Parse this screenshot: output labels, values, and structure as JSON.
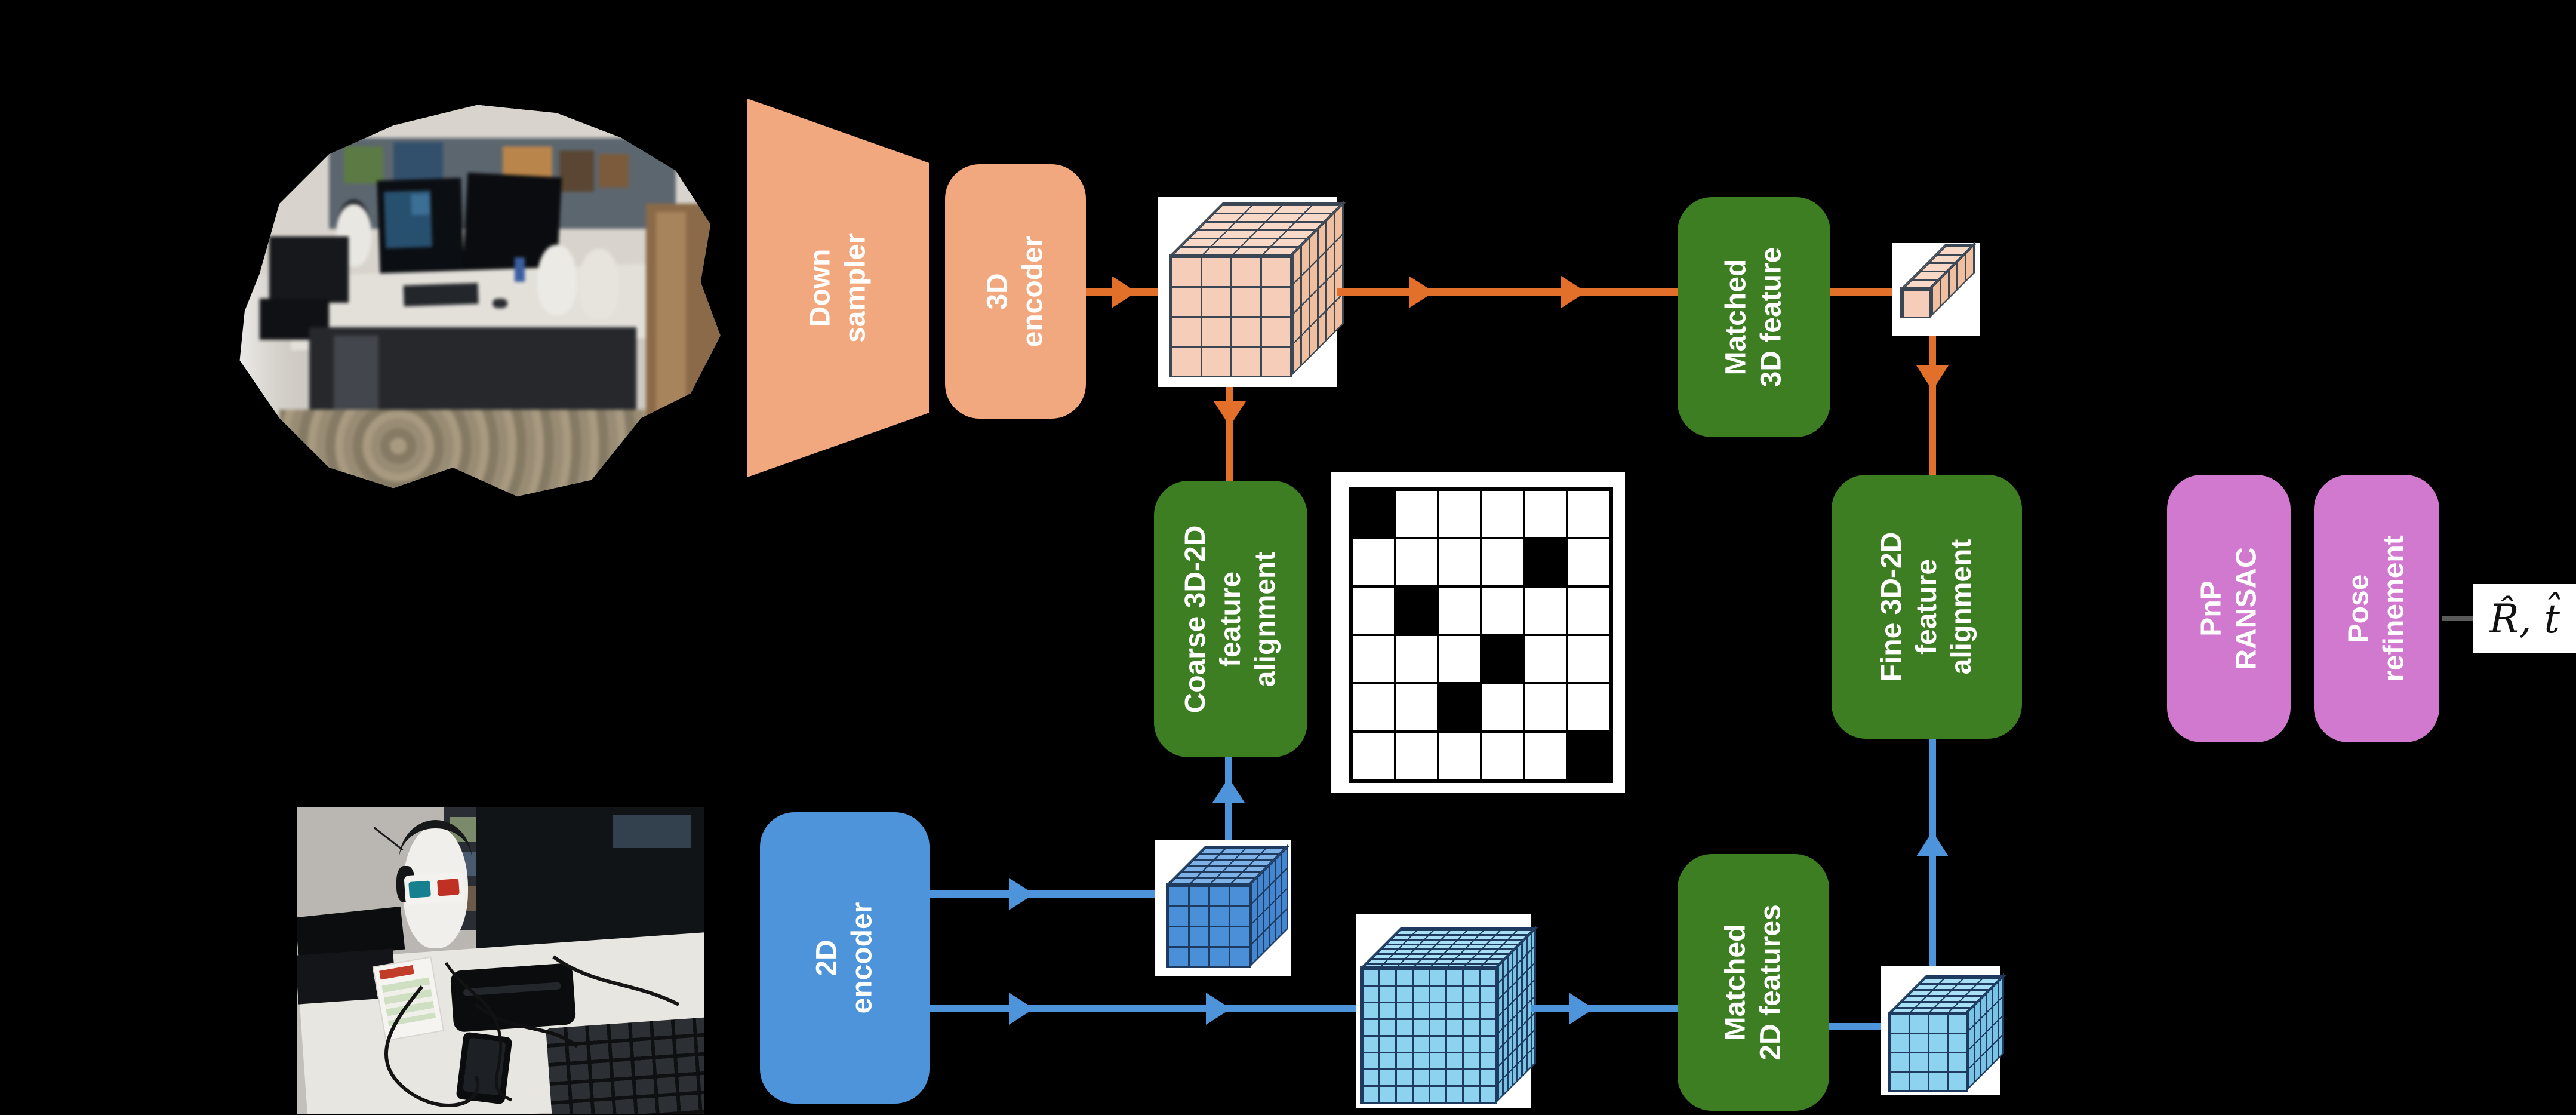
{
  "palette": {
    "salmon": "#F2A87F",
    "orange": "#E2702B",
    "green": "#3E7E23",
    "blue": "#4E94DA",
    "pink": "#D178CF",
    "o_front": "#F5CDB9",
    "o_top": "#F8D8C7",
    "o_side": "#EFBF9F",
    "o_line": "#3A4654",
    "b_front": "#4A90D8",
    "b_top": "#7EB2E6",
    "b_side": "#4486CF",
    "b_line": "#1E3A5F",
    "l_front": "#8DD2EF",
    "l_top": "#A9DFF5",
    "l_side": "#7AC3E4",
    "matrix_line": "#000000",
    "background": "#000000"
  },
  "labels": {
    "down_sampler": [
      "Down",
      "sampler"
    ],
    "encoder_3d": [
      "3D",
      "encoder"
    ],
    "matched_3d": [
      "Matched",
      "3D feature"
    ],
    "coarse_align": [
      "Coarse 3D-2D",
      "feature",
      "alignment"
    ],
    "fine_align": [
      "Fine 3D-2D",
      "feature",
      "alignment"
    ],
    "pnp": [
      "PnP",
      "RANSAC"
    ],
    "pose": [
      "Pose",
      "refinement"
    ],
    "encoder_2d": [
      "2D",
      "encoder"
    ],
    "matched_2d": [
      "Matched",
      "2D features"
    ],
    "output_pose": "R̂, t̂"
  },
  "matrix": {
    "rows": 6,
    "cols": 6,
    "black_cells": [
      [
        0,
        0
      ],
      [
        1,
        4
      ],
      [
        2,
        1
      ],
      [
        3,
        3
      ],
      [
        4,
        2
      ],
      [
        5,
        5
      ]
    ]
  },
  "feature_grids": {
    "voxel_grid_3d": {
      "front_rows": 4,
      "front_cols": 4,
      "depth": 6,
      "color": "salmon"
    },
    "matched_3d_vector": {
      "front_rows": 1,
      "front_cols": 1,
      "depth": 5,
      "color": "salmon"
    },
    "feature_2d_small": {
      "front_rows": 4,
      "front_cols": 4,
      "depth": 6,
      "color": "blue"
    },
    "feature_2d_large": {
      "front_rows": 8,
      "front_cols": 8,
      "depth": 8,
      "color": "light-blue"
    },
    "matched_2d_vector": {
      "front_rows": 4,
      "front_cols": 4,
      "depth": 6,
      "color": "light-blue"
    }
  },
  "images": {
    "scene_3d_model": "3d-reconstructed-office-mesh",
    "query_photo": "rgb-photo-desk-mannequin-head-3d-glasses"
  },
  "edges": [
    {
      "from": "encoder_3d",
      "to": "voxel_grid_3d",
      "color": "orange"
    },
    {
      "from": "voxel_grid_3d",
      "to": "matched_3d",
      "color": "orange"
    },
    {
      "from": "voxel_grid_3d",
      "to": "coarse_align",
      "color": "orange"
    },
    {
      "from": "matched_3d",
      "to": "matched_3d_vector",
      "color": "orange"
    },
    {
      "from": "matched_3d_vector",
      "to": "fine_align",
      "color": "orange"
    },
    {
      "from": "encoder_2d",
      "to": "feature_2d_small",
      "color": "blue"
    },
    {
      "from": "feature_2d_small",
      "to": "coarse_align",
      "color": "blue"
    },
    {
      "from": "encoder_2d",
      "to": "feature_2d_large",
      "color": "blue"
    },
    {
      "from": "feature_2d_large",
      "to": "matched_2d",
      "color": "blue"
    },
    {
      "from": "matched_2d",
      "to": "matched_2d_vector",
      "color": "blue"
    },
    {
      "from": "matched_2d_vector",
      "to": "fine_align",
      "color": "blue"
    },
    {
      "from": "pose",
      "to": "output_pose",
      "color": "gray"
    }
  ]
}
